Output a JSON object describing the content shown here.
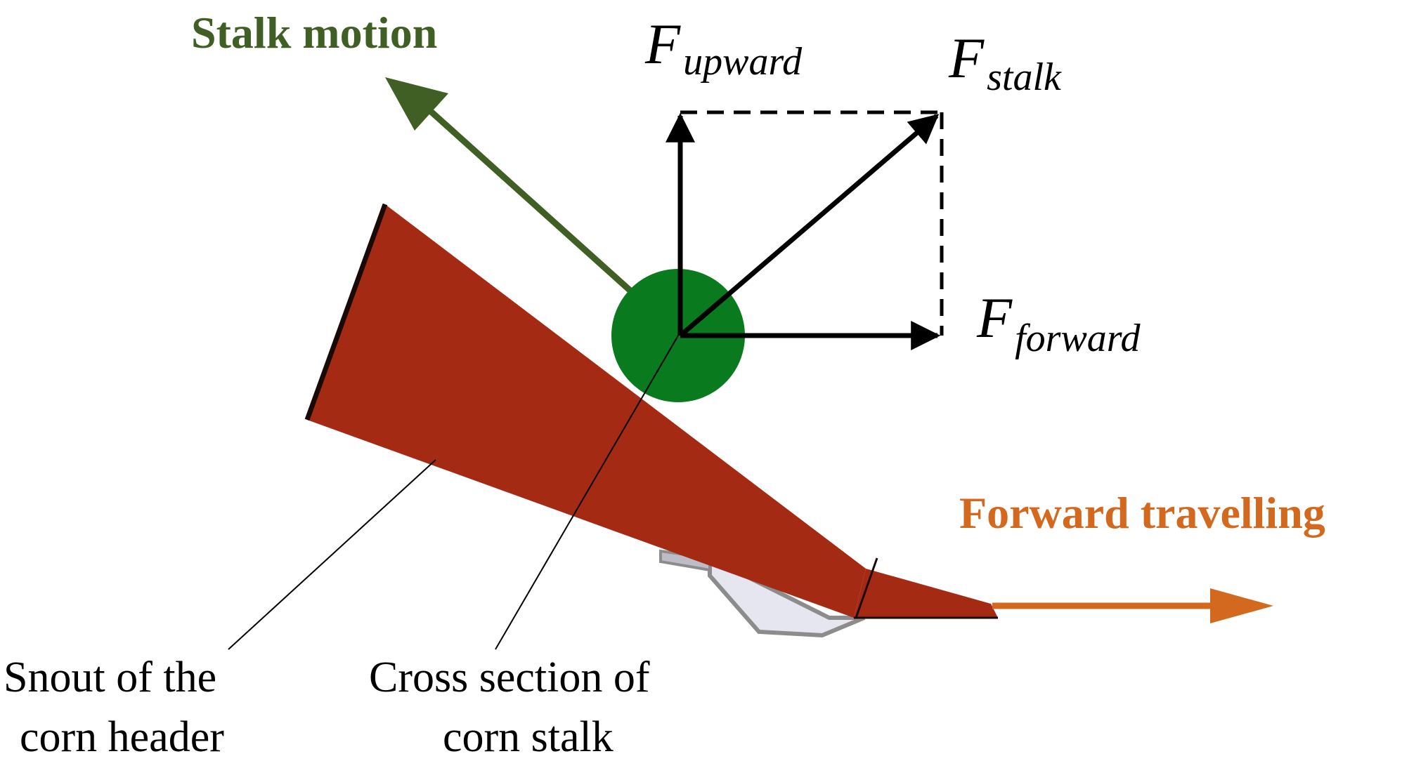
{
  "labels": {
    "stalk_motion": "Stalk motion",
    "forward_travelling": "Forward travelling",
    "f_upward_main": "F",
    "f_upward_sub": "upward",
    "f_stalk_main": "F",
    "f_stalk_sub": "stalk",
    "f_forward_main": "F",
    "f_forward_sub": "forward",
    "snout_line1": "Snout of the",
    "snout_line2": "corn header",
    "cross_line1": "Cross section of",
    "cross_line2": "corn stalk"
  },
  "colors": {
    "stalk_motion": "#3f5f24",
    "forward_travelling": "#d2691e",
    "snout": "#a52a14",
    "stalk_circle": "#0a7a1e",
    "force_arrows": "#000000",
    "gear_fill": "#e6e6f0",
    "gear_stroke": "#8c8c8c"
  }
}
